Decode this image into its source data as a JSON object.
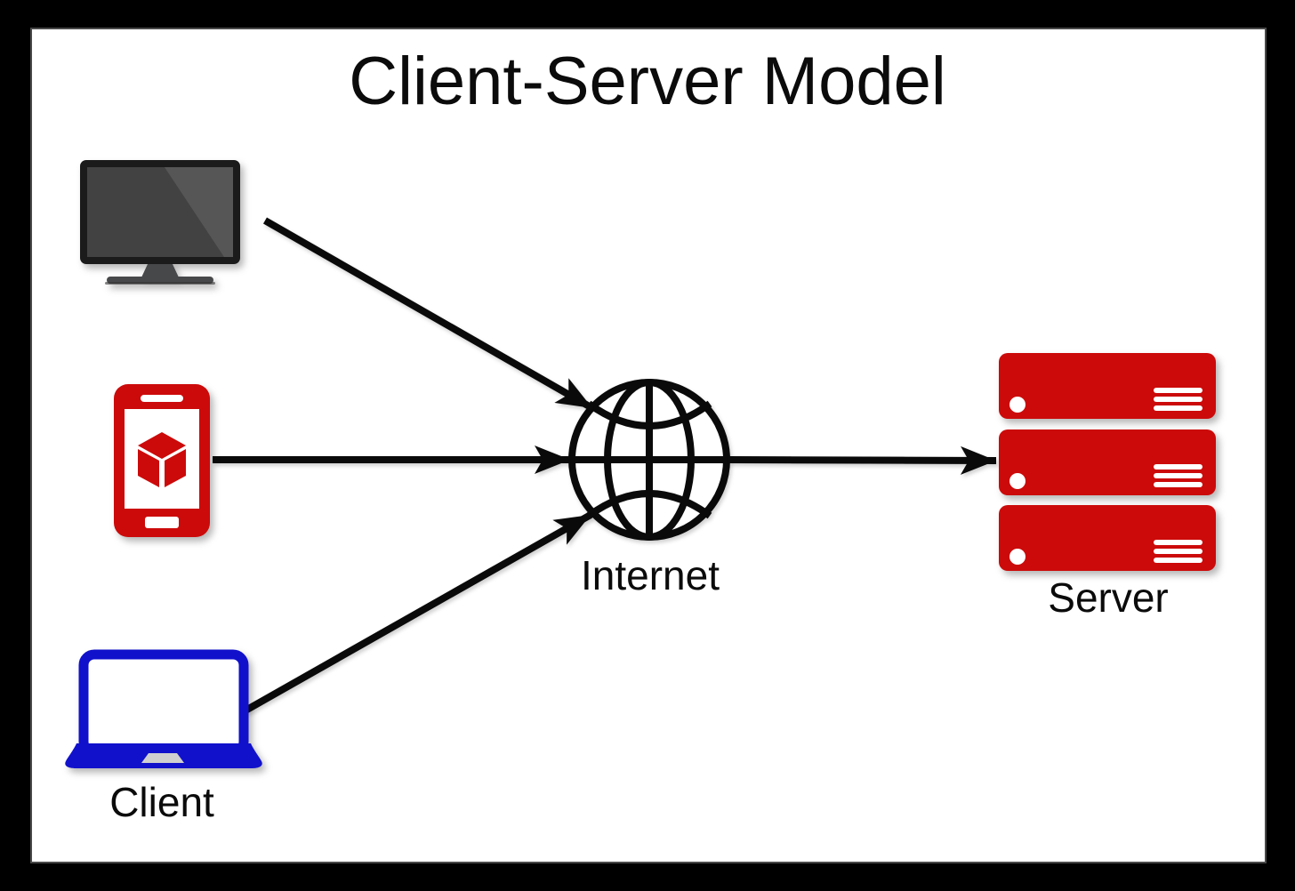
{
  "diagram": {
    "title": "Client-Server Model",
    "labels": {
      "client": "Client",
      "internet": "Internet",
      "server": "Server"
    },
    "nodes": [
      {
        "id": "desktop-client",
        "icon": "desktop-monitor-icon",
        "role": "client"
      },
      {
        "id": "mobile-client",
        "icon": "smartphone-icon",
        "role": "client"
      },
      {
        "id": "laptop-client",
        "icon": "laptop-icon",
        "role": "client",
        "label": "Client"
      },
      {
        "id": "internet",
        "icon": "globe-icon",
        "label": "Internet"
      },
      {
        "id": "server-stack",
        "icon": "server-stack-icon",
        "label": "Server",
        "units": 3
      }
    ],
    "edges": [
      {
        "from": "desktop-client",
        "to": "internet"
      },
      {
        "from": "mobile-client",
        "to": "internet"
      },
      {
        "from": "laptop-client",
        "to": "internet"
      },
      {
        "from": "internet",
        "to": "server-stack"
      }
    ],
    "colors": {
      "client_device_red": "#CC0A0A",
      "laptop_blue": "#1111CC",
      "line_black": "#0A0A0A",
      "monitor_bezel": "#1B1B1B",
      "monitor_screen": "#424242",
      "monitor_reflection": "#565656",
      "monitor_stand": "#47484A",
      "background": "#FFFFFF",
      "frame": "#000000"
    }
  }
}
